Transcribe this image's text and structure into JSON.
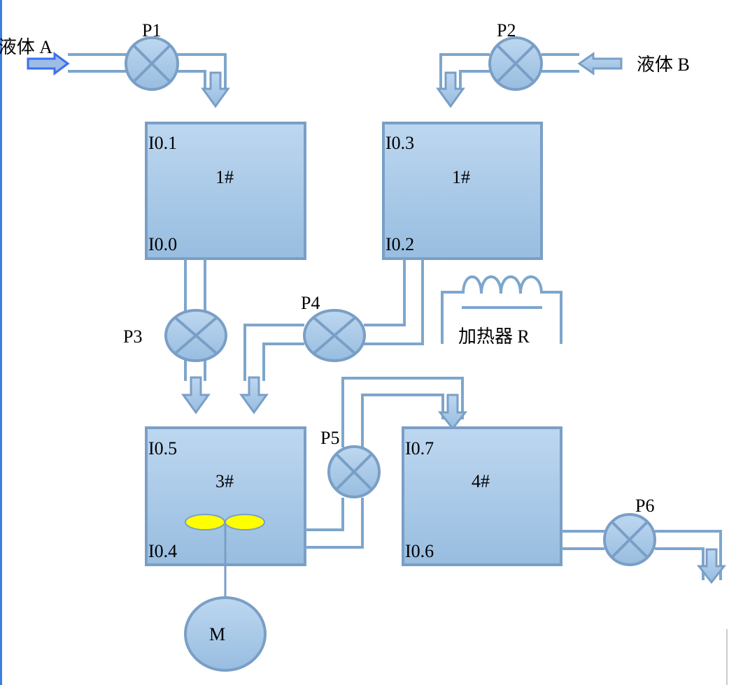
{
  "inputs": {
    "liquid_a": "液体 A",
    "liquid_b": "液体 B"
  },
  "pumps": {
    "p1": "P1",
    "p2": "P2",
    "p3": "P3",
    "p4": "P4",
    "p5": "P5",
    "p6": "P6"
  },
  "tanks": [
    {
      "name": "1#",
      "top_sensor": "I0.1",
      "bottom_sensor": "I0.0"
    },
    {
      "name": "1#",
      "top_sensor": "I0.3",
      "bottom_sensor": "I0.2"
    },
    {
      "name": "3#",
      "top_sensor": "I0.5",
      "bottom_sensor": "I0.4"
    },
    {
      "name": "4#",
      "top_sensor": "I0.7",
      "bottom_sensor": "I0.6"
    }
  ],
  "heater": "加热器 R",
  "motor": "M",
  "colors": {
    "fill_top": "#bdd7f0",
    "fill_bottom": "#98bde0",
    "stroke": "#7a9fc6",
    "inlet_arrow": "#3b6ff0",
    "stirrer": "#ffff00"
  }
}
